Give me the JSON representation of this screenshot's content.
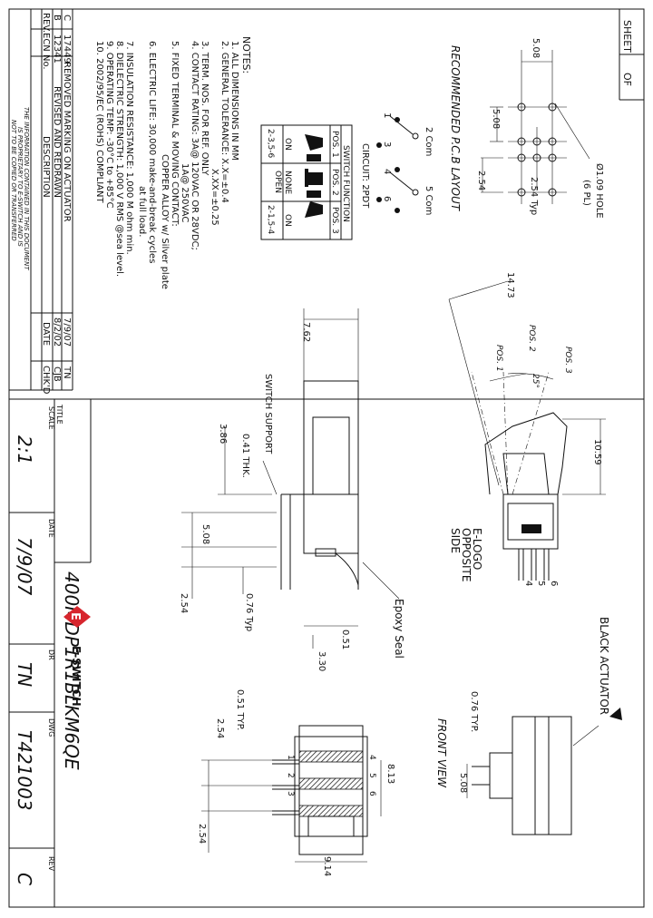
{
  "sheet": {
    "sheet_label": "SHEET",
    "of_label": "OF"
  },
  "revisions": {
    "header": {
      "rev": "REV.",
      "ecn": "ECN No.",
      "desc": "DESCRIPTION",
      "date": "DATE",
      "chkd": "CHK'D"
    },
    "rows": [
      {
        "rev": "C",
        "ecn": "17449",
        "desc": "REMOVED MARKING ON ACTUATOR",
        "date": "7/9/07",
        "chkd": "TN"
      },
      {
        "rev": "B",
        "ecn": "12341",
        "desc": "REVISED AND REDRAWN",
        "date": "8/2/02",
        "chkd": "CJB"
      }
    ],
    "proprietary": [
      "THE INFORMATION CONTAINED IN THIS DOCUMENT",
      "IS PROPRIETARY TO E-SWITCH AND IS",
      "NOT TO BE COPIED OR TRANSFERRED"
    ]
  },
  "notes": {
    "title": "NOTES:",
    "lines": [
      "1. ALL DIMENSIONS IN MM",
      "2. GENERAL TOLERANCE: X.X=±0.4",
      "X.XX=±0.25",
      "3. TERM. NOS. FOR REF. ONLY",
      "4. CONTACT RATING: 3A@ 120VAC OR 28VDC;",
      "1A@ 250VAC",
      "5. FIXED TERMINAL & MOVING CONTACT:",
      "COPPER ALLOY w/ Silver plate",
      "6. ELECTRIC LIFE: 30,000 make-and-break cycles",
      "at full load.",
      "7. INSULATION RESISTANCE: 1,000 M ohm min.",
      "8. DIELECTRIC STRENGTH: 1,000 V RMS @sea level.",
      "9. OPERATING TEMP: -30°C to +85°C",
      "10. 2002/95/EC (ROHS) COMPLIANT"
    ]
  },
  "circuit": {
    "title": "CIRCUIT:  2PDT",
    "table_title": "SWITCH FUNCTION",
    "positions": [
      "POS. 1",
      "POS. 2",
      "POS. 3"
    ],
    "functions": [
      "ON",
      "NONE",
      "ON"
    ],
    "function2": [
      "",
      "OPEN",
      ""
    ],
    "connections": [
      "2-3,5-6",
      "",
      "2-1,5-4"
    ],
    "terminals": [
      "1",
      "2 Com",
      "3",
      "4",
      "5 Com",
      "6"
    ]
  },
  "pcb": {
    "title": "RECOMMENDED P.C.B LAYOUT",
    "hole_note": "Ø1.09 HOLE",
    "hole_qty": "(6 PL)",
    "dims": [
      "5.08",
      "5.08",
      "2.54",
      "2.54 Typ"
    ]
  },
  "side_view": {
    "dims": [
      "14.73",
      "10.59",
      "25°",
      "POS. 1",
      "POS. 2",
      "POS. 3"
    ],
    "elogo": [
      "E-LOGO",
      "OPPOSITE",
      "SIDE"
    ],
    "pins": [
      "6",
      "5",
      "4"
    ]
  },
  "center_view": {
    "labels": [
      "SWITCH SUPPORT",
      "0.41 THK.",
      "Epoxy Seal"
    ],
    "dims": [
      "7.62",
      "3.86",
      "5.08",
      "2.54",
      "0.76 Typ",
      "0.51",
      "3.30"
    ]
  },
  "front_view": {
    "title": "FRONT VIEW",
    "actuator": "BLACK ACTUATOR",
    "dims": [
      "0.76 TYP.",
      "5.08"
    ]
  },
  "bottom_view": {
    "dims": [
      "0.51 TYP.",
      "2.54",
      "2.54",
      "8.13",
      "9.14"
    ],
    "pins": [
      "1",
      "2",
      "3",
      "4",
      "5",
      "6"
    ]
  },
  "title_block": {
    "title_label": "TITLE",
    "part_number": "400MDP1R1BLKM6QE",
    "scale_label": "SCALE",
    "scale": "2:1",
    "date_label": "DATE",
    "date": "7/9/07",
    "dr_label": "DR",
    "drawn_by": "TN",
    "dwg_label": "DWG",
    "dwg_number": "T421003",
    "rev_label": "REV",
    "rev": "C",
    "company": "E-SWITCH",
    "logo_letter": "E"
  }
}
